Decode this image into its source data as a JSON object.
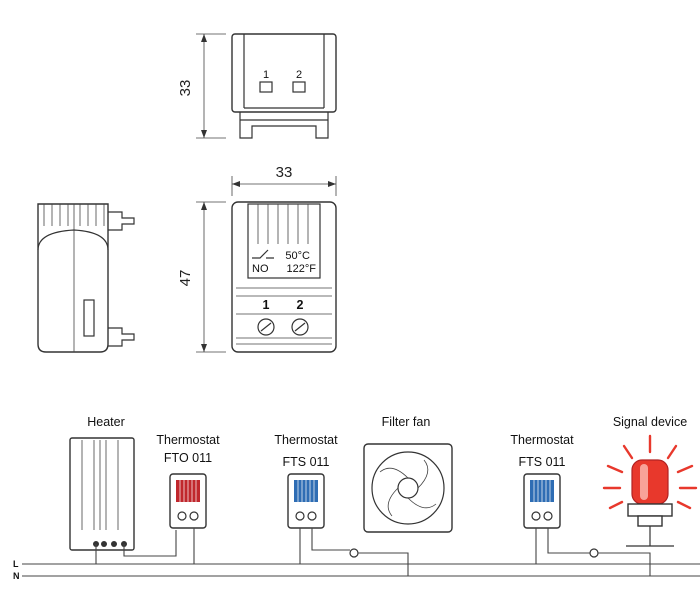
{
  "dimensions": {
    "top_height": "33",
    "front_width": "33",
    "front_height": "47"
  },
  "thermostat_face": {
    "temp_c": "50°C",
    "no_label": "NO",
    "temp_f": "122°F",
    "terminal_1": "1",
    "terminal_2": "2"
  },
  "top_view": {
    "terminal_1": "1",
    "terminal_2": "2"
  },
  "wiring": {
    "heater_label": "Heater",
    "thermostat_label_1": "Thermostat",
    "thermostat_model_1": "FTO 011",
    "thermostat_label_2": "Thermostat",
    "thermostat_model_2": "FTS 011",
    "filter_fan_label": "Filter fan",
    "thermostat_label_3": "Thermostat",
    "thermostat_model_3": "FTS 011",
    "signal_device_label": "Signal device",
    "line_L": "L",
    "line_N": "N"
  },
  "colors": {
    "red_cap": "#c0272d",
    "blue_cap": "#2e6db4",
    "signal_glow": "#e8382c",
    "line": "#333333"
  }
}
